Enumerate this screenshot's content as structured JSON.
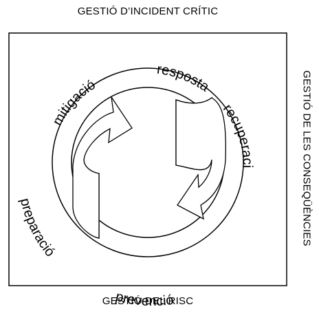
{
  "captions": {
    "top": "GESTIÓ D’INCIDENT CRÍTIC",
    "bottom": "GESTIÓ DEL RISC",
    "right": "GESTIÓ DE LES CONSEQÜÈNCIES"
  },
  "phases": {
    "mitigation": "mitigació",
    "response": "resposta",
    "recovery": "recuperació",
    "prevention": "prevenció",
    "preparation": "preparació"
  }
}
